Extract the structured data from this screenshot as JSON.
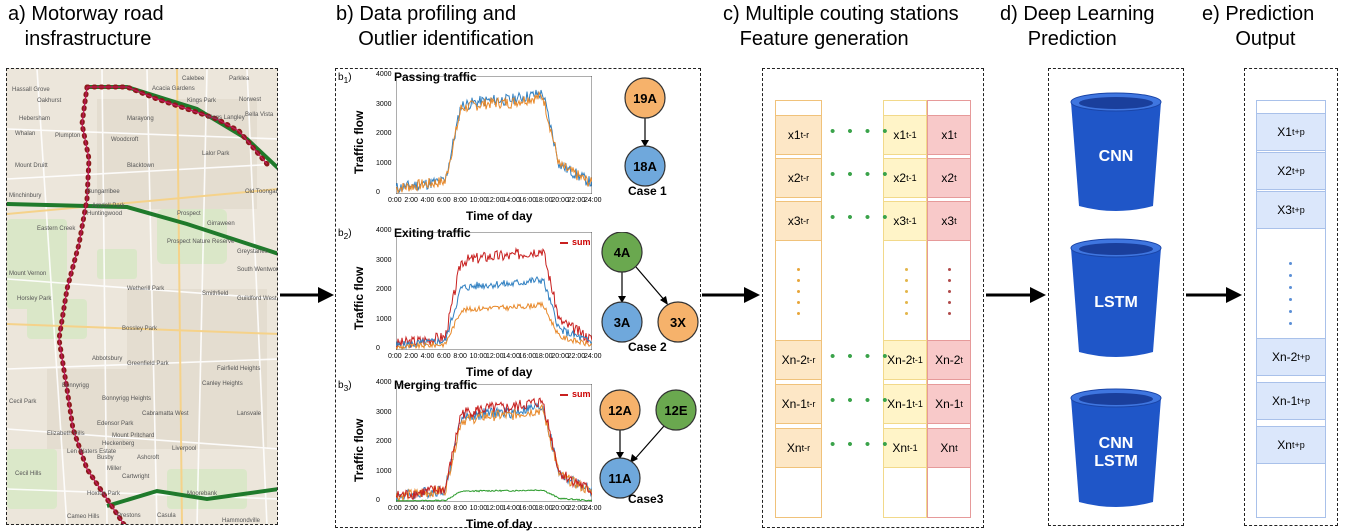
{
  "sections": {
    "a": "a) Motorway road\n   insfrastructure",
    "b": "b) Data profiling and\n    Outlier identification",
    "c": "c) Multiple couting stations\n   Feature generation",
    "d": "d) Deep Learning\n     Prediction",
    "e": "e) Prediction\n      Output"
  },
  "map": {
    "places": [
      "Calebee",
      "Parklea",
      "Acacia Gardens",
      "Hassall Grove",
      "Oakhurst",
      "Kings Park",
      "Norwest",
      "Bella Vista",
      "Hebersham",
      "Marayong",
      "Kings Langley",
      "Whalan",
      "Plumpton",
      "Woodcroft",
      "Mount Druitt",
      "Blacktown",
      "Lalor Park",
      "Minchinbury",
      "Bungarribee",
      "Old Toongabbie",
      "Arndell Park",
      "Huntingwood",
      "Prospect",
      "Girraween",
      "Eastern Creek",
      "Prospect Nature Reserve",
      "Greystanes",
      "South Wentworthville",
      "Horsley Park",
      "Wetherill Park",
      "Smithfield",
      "Guildford West",
      "Bossley Park",
      "Abbotsbury",
      "Greenfield Park",
      "Fairfield Heights",
      "Canley Heights",
      "Bonnyrigg Heights",
      "Cabramatta West",
      "Lansvale",
      "Cecil Park",
      "Mount Pritchard",
      "Edensor Park",
      "Heckenberg",
      "Liverpool",
      "Busby",
      "Ashcroft",
      "Miller",
      "Cartwright",
      "Hoxton Park",
      "Moorebank",
      "Casula",
      "Hammondville",
      "Elizabeth Hills",
      "Len Waters Estate",
      "Bonnyrigg",
      "Prestons",
      "Cecil Hills",
      "Cameo Hills",
      "Mount Vernon"
    ]
  },
  "profiles": [
    {
      "id": "b1",
      "title": "Passing traffic",
      "ylabel": "Traffic flow",
      "xlabel": "Time of day",
      "case": "Case 1",
      "sum": "",
      "nodes": [
        "19A",
        "18A"
      ]
    },
    {
      "id": "b2",
      "title": "Exiting traffic",
      "ylabel": "Traffic flow",
      "xlabel": "Time of day",
      "case": "Case 2",
      "sum": "sum",
      "nodes": [
        "4A",
        "3A",
        "3X"
      ]
    },
    {
      "id": "b3",
      "title": "Merging traffic",
      "ylabel": "Traffic flow",
      "xlabel": "Time of day",
      "case": "Case3",
      "sum": "sum",
      "nodes": [
        "12A",
        "12E",
        "11A"
      ]
    }
  ],
  "yticks": [
    "4000",
    "3000",
    "2000",
    "1000",
    "0"
  ],
  "xticks": [
    "0:00",
    "2:00",
    "4:00",
    "6:00",
    "8:00",
    "10:00",
    "12:00",
    "14:00",
    "16:00",
    "18:00",
    "20:00",
    "22:00",
    "24:00"
  ],
  "features": {
    "rows_top": [
      [
        "x1",
        "t-r"
      ],
      [
        "x2",
        "t-r"
      ],
      [
        "x3",
        "t-r"
      ]
    ],
    "rows_top_mid": [
      [
        "x1",
        "t-1"
      ],
      [
        "x2",
        "t-1"
      ],
      [
        "x3",
        "t-1"
      ]
    ],
    "rows_top_last": [
      [
        "x1",
        "t"
      ],
      [
        "x2",
        "t"
      ],
      [
        "x3",
        "t"
      ]
    ],
    "rows_bot": [
      [
        "Xn-2",
        "t-r"
      ],
      [
        "Xn-1",
        "t-r"
      ],
      [
        "Xn",
        "t-r"
      ]
    ],
    "rows_bot_mid": [
      [
        "Xn-2",
        "t-1"
      ],
      [
        "Xn-1",
        "t-1"
      ],
      [
        "Xn",
        "t-1"
      ]
    ],
    "rows_bot_last": [
      [
        "Xn-2",
        "t"
      ],
      [
        "Xn-1",
        "t"
      ],
      [
        "Xn",
        "t"
      ]
    ]
  },
  "models": [
    "CNN",
    "LSTM",
    "CNN\nLSTM"
  ],
  "outputs": {
    "top": [
      [
        "X1",
        "t+p"
      ],
      [
        "X2",
        "t+p"
      ],
      [
        "X3",
        "t+p"
      ]
    ],
    "bottom": [
      [
        "Xn-2",
        "t+p"
      ],
      [
        "Xn-1",
        "t+p"
      ],
      [
        "Xn",
        "t+p"
      ]
    ]
  },
  "colors": {
    "passing": "#e8892a",
    "blue": "#2f7fc1",
    "red": "#c8201f",
    "green": "#2b9b2b",
    "cylinder": "#1f56c8",
    "node_blue": "#6fa8dc",
    "node_orange": "#f6b26b",
    "node_green": "#6aa84f"
  }
}
